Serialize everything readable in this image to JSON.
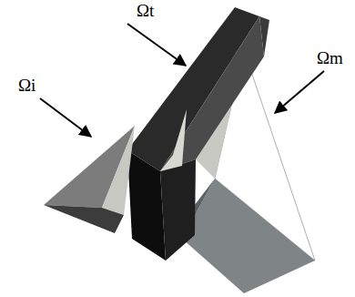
{
  "diagram": {
    "labels": [
      "Ωt",
      "Ωi",
      "Ωm"
    ]
  }
}
